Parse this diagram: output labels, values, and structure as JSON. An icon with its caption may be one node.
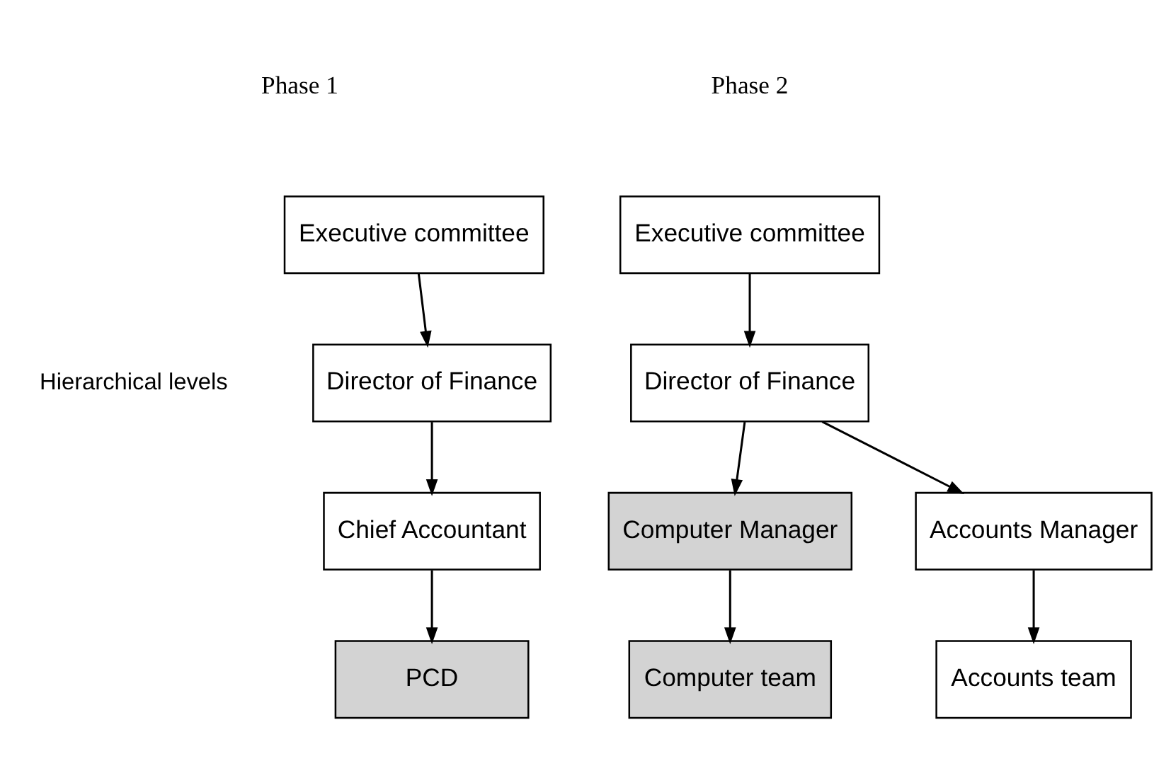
{
  "diagram": {
    "nodes": [
      {
        "text": [
          "Executive committee"
        ]
      },
      {
        "text": [
          "Director of Finance"
        ]
      },
      {
        "text": [
          "Chief Accountant"
        ]
      },
      {
        "text": [
          "PCD"
        ]
      },
      {
        "text": [
          "Executive committee"
        ]
      },
      {
        "text": [
          "Director of Finance"
        ]
      },
      {
        "text": [
          "Computer Manager"
        ]
      },
      {
        "text": [
          "Accounts Manager"
        ]
      },
      {
        "text": [
          "Computer team"
        ]
      },
      {
        "text": [
          "Accounts team"
        ]
      }
    ],
    "edges": [
      {
        "from": 0,
        "to": 1,
        "arrow": "to"
      },
      {
        "from": 1,
        "to": 2,
        "arrow": "to"
      },
      {
        "from": 2,
        "to": 3,
        "arrow": "to"
      },
      {
        "from": 4,
        "to": 5,
        "arrow": "to"
      },
      {
        "from": 5,
        "to": 6,
        "arrow": "to"
      },
      {
        "from": 5,
        "to": 7,
        "arrow": "to"
      },
      {
        "from": 6,
        "to": 8,
        "arrow": "to"
      },
      {
        "from": 7,
        "to": 9,
        "arrow": "to"
      }
    ],
    "labels": [
      "Phase 1",
      "Phase 2",
      "Hierarchical levels"
    ]
  }
}
